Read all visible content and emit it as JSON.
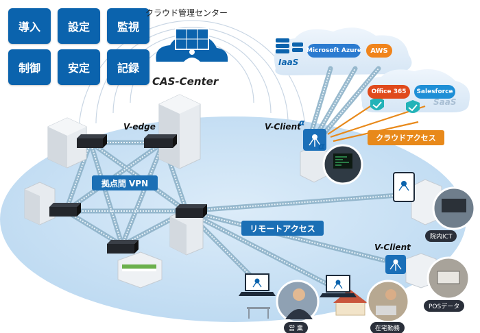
{
  "functions": [
    "導入",
    "設定",
    "監視",
    "制御",
    "安定",
    "記録"
  ],
  "center": {
    "title": "クラウド管理センター",
    "name": "CAS-Center"
  },
  "labels": {
    "vedge": "V-edge",
    "vpn": "拠点間 VPN",
    "vclient_alpha": "V-Client",
    "alpha_mark": "α",
    "vclient": "V-Client",
    "remote_access": "リモートアクセス",
    "cloud_access": "クラウドアクセス",
    "iaas": "IaaS",
    "saas": "SaaS"
  },
  "cloud_services": {
    "azure": "Microsoft Azure",
    "aws": "AWS",
    "office365": "Office 365",
    "salesforce": "Salesforce"
  },
  "captions": {
    "ict": "院内ICT",
    "pos": "POSデータ",
    "sales": "営 業",
    "telework": "在宅勤務"
  },
  "colors": {
    "tile_blue": "#0b63ad",
    "label_blue": "#1b6fb5",
    "cloud_orange": "#e8891a",
    "azure_blue": "#2b7bd0",
    "aws_orange": "#f0841c",
    "office_red": "#e04a1c",
    "salesforce_blue": "#1e8fd6",
    "shield_teal": "#23b3b8"
  }
}
